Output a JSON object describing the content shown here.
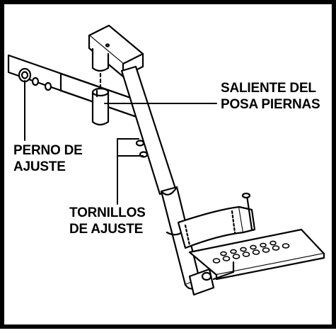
{
  "labels": {
    "saliente_line1": "SALIENTE DEL",
    "saliente_line2": "POSA PIERNAS",
    "perno_line1": "PERNO DE",
    "perno_line2": "AJUSTE",
    "tornillos_line1": "TORNILLOS",
    "tornillos_line2": "DE AJUSTE"
  }
}
